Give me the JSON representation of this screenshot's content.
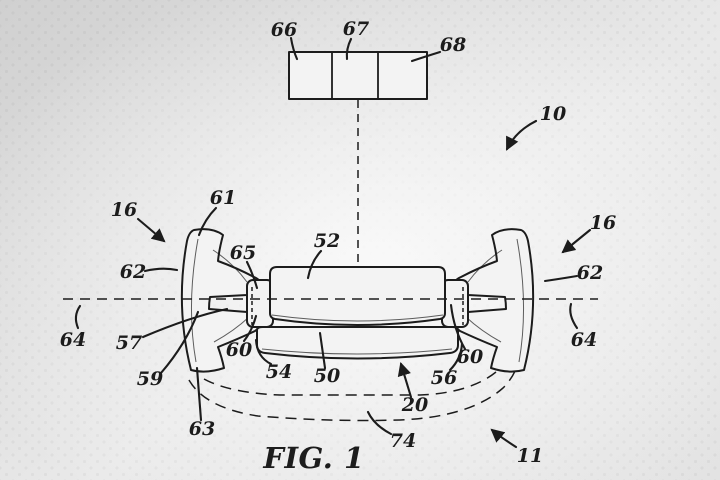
{
  "figure": {
    "caption": "FIG. 1"
  },
  "labels": {
    "n10": "10",
    "n11": "11",
    "n16": "16",
    "n20": "20",
    "n50": "50",
    "n52": "52",
    "n54": "54",
    "n56": "56",
    "n57": "57",
    "n59": "59",
    "n60": "60",
    "n61": "61",
    "n62": "62",
    "n63": "63",
    "n64": "64",
    "n65": "65",
    "n66": "66",
    "n67": "67",
    "n68": "68",
    "n74": "74"
  },
  "colors": {
    "ink": "#1c1c1c",
    "paper": "#f3f3f3",
    "background_dark": "#d0d0d0",
    "background_light": "#e9e9e9"
  }
}
